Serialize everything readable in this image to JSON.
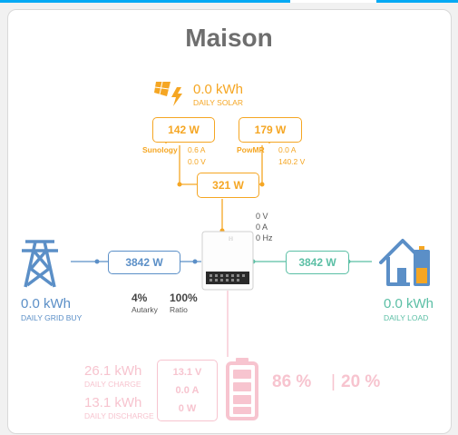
{
  "title": "Maison",
  "solar": {
    "value": "0.0 kWh",
    "label": "DAILY SOLAR"
  },
  "pv1": {
    "name": "Sunology",
    "power": "142 W",
    "current": "0.6 A",
    "voltage": "0.0 V"
  },
  "pv2": {
    "name": "PowMR",
    "power": "179 W",
    "current": "0.0 A",
    "voltage": "140.2 V"
  },
  "pv_total": "321 W",
  "inverter": {
    "voltage": "0 V",
    "current": "0 A",
    "frequency": "0 Hz"
  },
  "grid": {
    "power": "3842 W",
    "value": "0.0 kWh",
    "label": "DAILY GRID BUY"
  },
  "load": {
    "power": "3842 W",
    "value": "0.0 kWh",
    "label": "DAILY LOAD"
  },
  "autarky": {
    "value": "4%",
    "label": "Autarky"
  },
  "ratio": {
    "value": "100%",
    "label": "Ratio"
  },
  "battery": {
    "charge_value": "26.1 kWh",
    "charge_label": "DAILY CHARGE",
    "discharge_value": "13.1 kWh",
    "discharge_label": "DAILY DISCHARGE",
    "voltage": "13.1 V",
    "current": "0.0 A",
    "power": "0 W",
    "soc": "86 %",
    "separator": "|",
    "min_soc": "20 %"
  },
  "colors": {
    "solar": "#f5a623",
    "grid": "#5b8fc7",
    "load": "#5bbfa5",
    "battery": "#f7c4cf",
    "title": "#6e6e6e",
    "accent": "#03a9f4"
  },
  "icons": {
    "solar": "solar-panel-icon",
    "grid": "transmission-tower-icon",
    "load": "home-battery-icon",
    "inverter": "inverter-icon",
    "battery": "battery-icon"
  }
}
